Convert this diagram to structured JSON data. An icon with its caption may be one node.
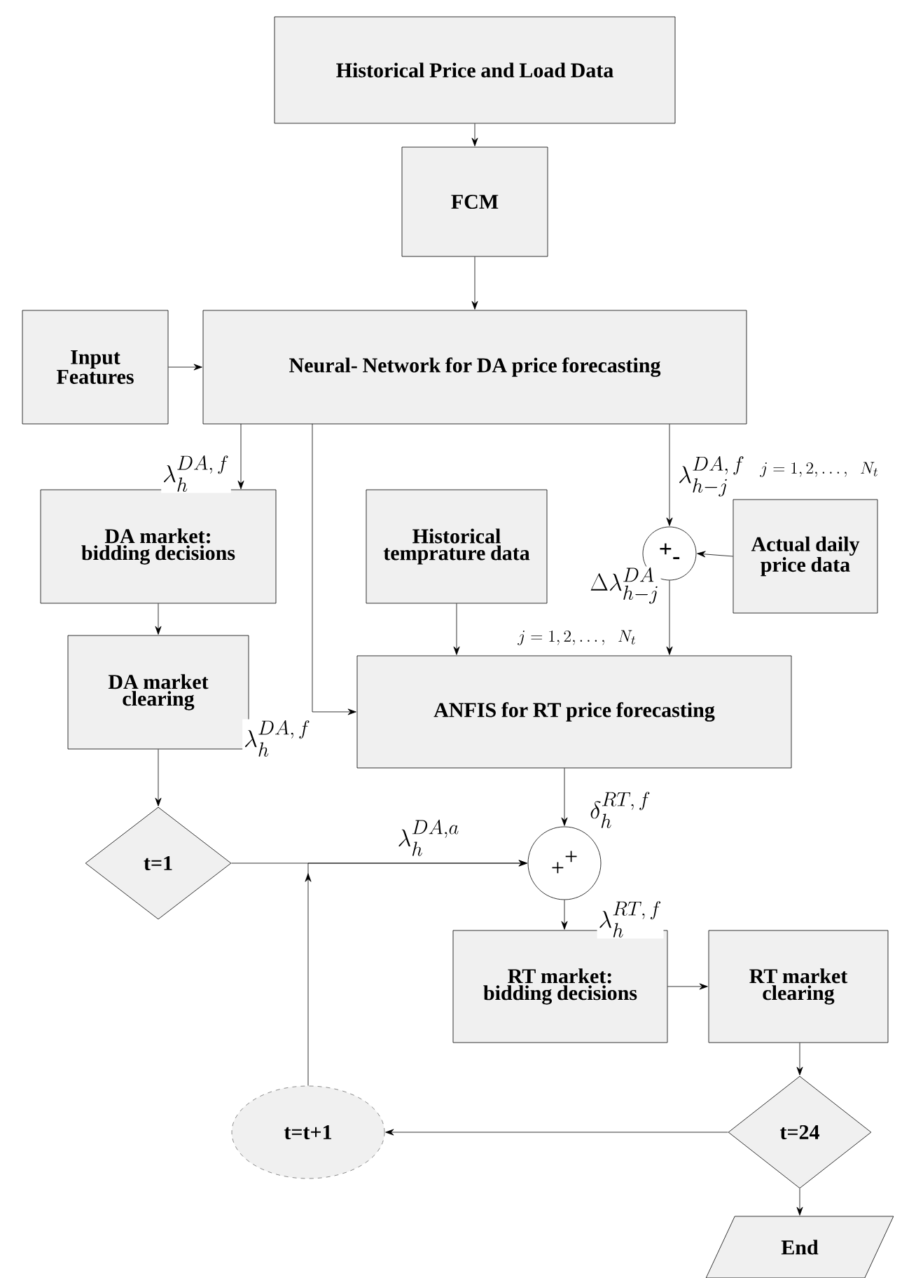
{
  "diagram": {
    "nodes": [
      {
        "text": [
          "Historical Price and Load Data"
        ]
      },
      {
        "text": [
          "FCM"
        ]
      },
      {
        "text": [
          "Input Features"
        ]
      },
      {
        "text": [
          "Neural- Network for DA price forecasting"
        ]
      },
      {
        "text": [
          "DA market: bidding decisions"
        ]
      },
      {
        "text": [
          "Historical temprature data"
        ]
      },
      {
        "text": [
          "+",
          "-"
        ]
      },
      {
        "text": [
          "Actual daily price data"
        ]
      },
      {
        "text": [
          "DA market clearing"
        ]
      },
      {
        "text": [
          "ANFIS for RT price forecasting"
        ]
      },
      {
        "text": [
          "t=1"
        ]
      },
      {
        "text": [
          "+",
          "+"
        ]
      },
      {
        "text": [
          "RT market: bidding decisions"
        ]
      },
      {
        "text": [
          "RT market clearing"
        ]
      },
      {
        "text": [
          "t=24"
        ]
      },
      {
        "text": [
          "t=t+1"
        ]
      },
      {
        "text": [
          "End"
        ]
      }
    ],
    "edges": [
      {
        "from": 0,
        "to": 1,
        "arrow": "to"
      },
      {
        "from": 1,
        "to": 3,
        "arrow": "to"
      },
      {
        "from": 2,
        "to": 3,
        "arrow": "to"
      },
      {
        "from": 3,
        "to": 4,
        "arrow": "to",
        "label": "\\lambda_h^{DA,\\,f}"
      },
      {
        "from": 3,
        "to": 9,
        "arrow": "to",
        "label": "\\lambda_h^{DA,\\,f}"
      },
      {
        "from": 3,
        "to": 6,
        "arrow": "to",
        "label": "\\lambda_{h-j}^{DA,\\,f}"
      },
      {
        "from": 7,
        "to": 6,
        "arrow": "to"
      },
      {
        "from": 5,
        "to": 9,
        "arrow": "to"
      },
      {
        "from": 6,
        "to": 9,
        "arrow": "to",
        "label": "\\Delta\\lambda_{h-j}^{DA}"
      },
      {
        "from": 4,
        "to": 8,
        "arrow": "to"
      },
      {
        "from": 8,
        "to": 10,
        "arrow": "to"
      },
      {
        "from": 10,
        "to": 11,
        "arrow": "to",
        "label": "\\lambda_h^{DA,a}"
      },
      {
        "from": 15,
        "to": 11,
        "arrow": "to"
      },
      {
        "from": 9,
        "to": 11,
        "arrow": "to",
        "label": "\\delta_h^{RT,\\,f}"
      },
      {
        "from": 11,
        "to": 12,
        "arrow": "to",
        "label": "\\lambda_h^{RT,\\,f}"
      },
      {
        "from": 12,
        "to": 13,
        "arrow": "to"
      },
      {
        "from": 13,
        "to": 14,
        "arrow": "to"
      },
      {
        "from": 14,
        "to": 15,
        "arrow": "to"
      },
      {
        "from": 14,
        "to": 16,
        "arrow": "to"
      }
    ],
    "labels": [
      "j=1,2,\\ldots,\\;\\; N_t",
      "j=1,2,\\ldots,\\;\\; N_t"
    ]
  }
}
